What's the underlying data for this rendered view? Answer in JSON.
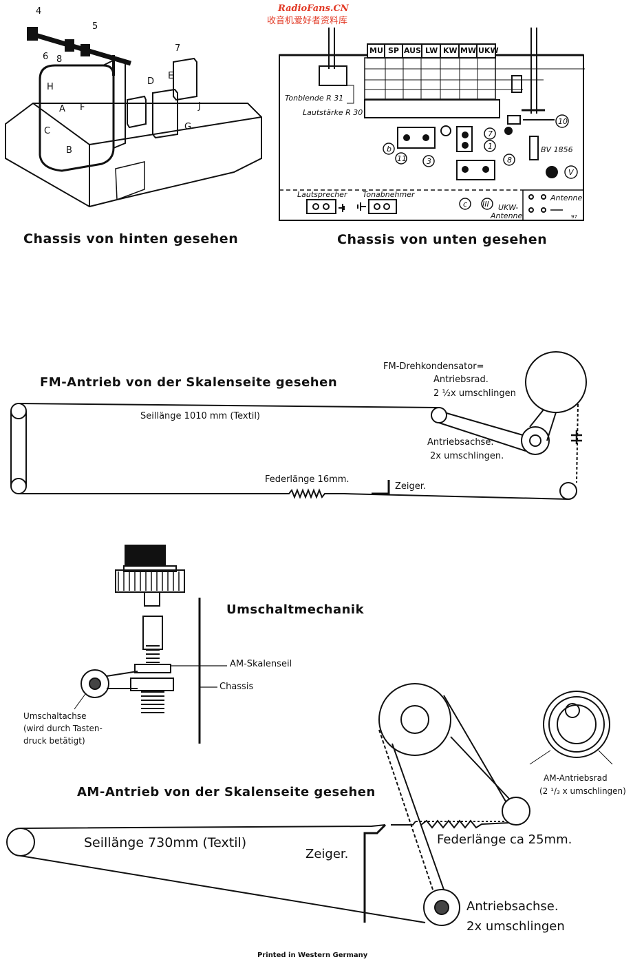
{
  "watermark": {
    "site": "RadioFans.CN",
    "subtitle": "收音机爱好者资料库"
  },
  "chassis_rear": {
    "caption": "Chassis von hinten gesehen",
    "labels": [
      "4",
      "5",
      "6",
      "8",
      "A",
      "B",
      "C",
      "F",
      "H",
      "7",
      "D",
      "E",
      "G",
      "J"
    ]
  },
  "chassis_bottom": {
    "caption": "Chassis von unten gesehen",
    "buttons": [
      "MU",
      "SP",
      "AUS",
      "LW",
      "KW",
      "MW",
      "UKW"
    ],
    "tonblende": "Tonblende R 31",
    "lautstaerke": "Lautstärke R 30",
    "lautsprecher": "Lautsprecher",
    "tonabnehmer": "Tonabnehmer",
    "ukw_antenne_1": "UKW-",
    "ukw_antenne_2": "Antenne",
    "antenne": "Antenne",
    "bv": "BV 1856",
    "circles": [
      "10",
      "7",
      "1",
      "8",
      "b",
      "11",
      "3",
      "c",
      "III",
      "V"
    ],
    "page_mark": "97"
  },
  "fm_drive": {
    "title": "FM-Antrieb von der Skalenseite gesehen",
    "seil": "Seillänge 1010 mm (Textil)",
    "feder": "Federlänge 16mm.",
    "zeiger": "Zeiger.",
    "drehko_1": "FM-Drehkondensator=",
    "drehko_2": "Antriebsrad.",
    "drehko_3": "2 ½x umschlingen",
    "achse_1": "Antriebsachse.",
    "achse_2": "2x umschlingen."
  },
  "umschalt": {
    "title": "Umschaltmechanik",
    "am_seil": "AM-Skalenseil",
    "chassis": "Chassis",
    "achse_1": "Umschaltachse",
    "achse_2": "(wird durch Tasten-",
    "achse_3": "druck betätigt)"
  },
  "am_drive": {
    "title": "AM-Antrieb von der Skalenseite gesehen",
    "seil": "Seillänge 730mm (Textil)",
    "zeiger": "Zeiger.",
    "feder": "Federlänge ca 25mm.",
    "achse_1": "Antriebsachse.",
    "achse_2": "2x umschlingen",
    "rad_1": "AM-Antriebsrad",
    "rad_2": "(2 ¹/₃ x umschlingen)"
  },
  "footer": "Printed in Western Germany"
}
